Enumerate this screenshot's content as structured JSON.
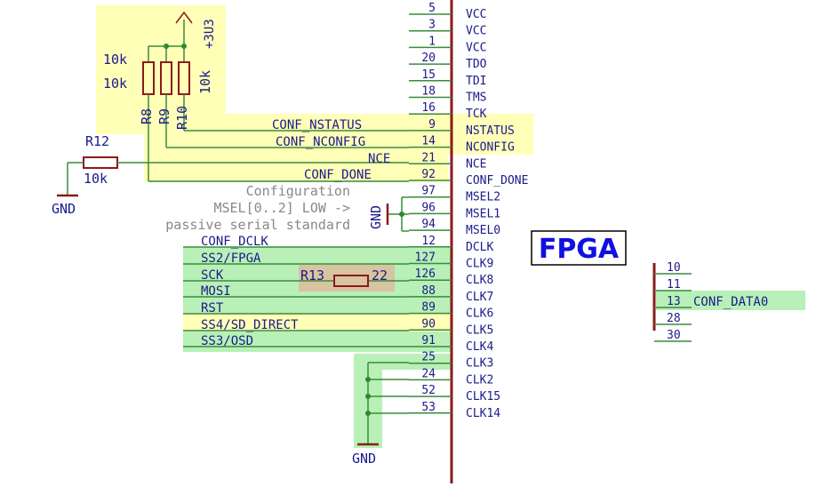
{
  "fpga_title": "FPGA",
  "power": {
    "label": "+3U3"
  },
  "pullups": {
    "r8": "R8",
    "r9": "R9",
    "r10": "R10",
    "v1": "10k",
    "v2": "10k",
    "v3": "10k"
  },
  "r12": {
    "name": "R12",
    "value": "10k",
    "gnd": "GND"
  },
  "r13": {
    "name": "R13",
    "value": "22"
  },
  "msel_gnd": "GND",
  "clk_gnd": "GND",
  "note": {
    "line1": "Configuration",
    "line2": "MSEL[0..2] LOW ->",
    "line3": "passive serial standard"
  },
  "pins": [
    {
      "num": "5",
      "name": "VCC"
    },
    {
      "num": "3",
      "name": "VCC"
    },
    {
      "num": "1",
      "name": "VCC"
    },
    {
      "num": "20",
      "name": "TDO"
    },
    {
      "num": "15",
      "name": "TDI"
    },
    {
      "num": "18",
      "name": "TMS"
    },
    {
      "num": "16",
      "name": "TCK"
    },
    {
      "num": "9",
      "name": "NSTATUS"
    },
    {
      "num": "14",
      "name": "NCONFIG"
    },
    {
      "num": "21",
      "name": "NCE"
    },
    {
      "num": "92",
      "name": "CONF_DONE"
    },
    {
      "num": "97",
      "name": "MSEL2"
    },
    {
      "num": "96",
      "name": "MSEL1"
    },
    {
      "num": "94",
      "name": "MSEL0"
    },
    {
      "num": "12",
      "name": "DCLK"
    },
    {
      "num": "127",
      "name": "CLK9"
    },
    {
      "num": "126",
      "name": "CLK8"
    },
    {
      "num": "88",
      "name": "CLK7"
    },
    {
      "num": "89",
      "name": "CLK6"
    },
    {
      "num": "90",
      "name": "CLK5"
    },
    {
      "num": "91",
      "name": "CLK4"
    },
    {
      "num": "25",
      "name": "CLK3"
    },
    {
      "num": "24",
      "name": "CLK2"
    },
    {
      "num": "52",
      "name": "CLK15"
    },
    {
      "num": "53",
      "name": "CLK14"
    }
  ],
  "nets": {
    "nstatus": "CONF_NSTATUS",
    "nconfig": "CONF_NCONFIG",
    "nce": "NCE",
    "done": "CONF_DONE",
    "dclk": "CONF_DCLK",
    "ss2": "SS2/FPGA",
    "sck": "SCK",
    "mosi": "MOSI",
    "rst": "RST",
    "ss4": "SS4/SD_DIRECT",
    "ss3": "SS3/OSD"
  },
  "right_part": {
    "pins": [
      "10",
      "11",
      "13",
      "28",
      "30"
    ],
    "net": "CONF_DATA0"
  }
}
